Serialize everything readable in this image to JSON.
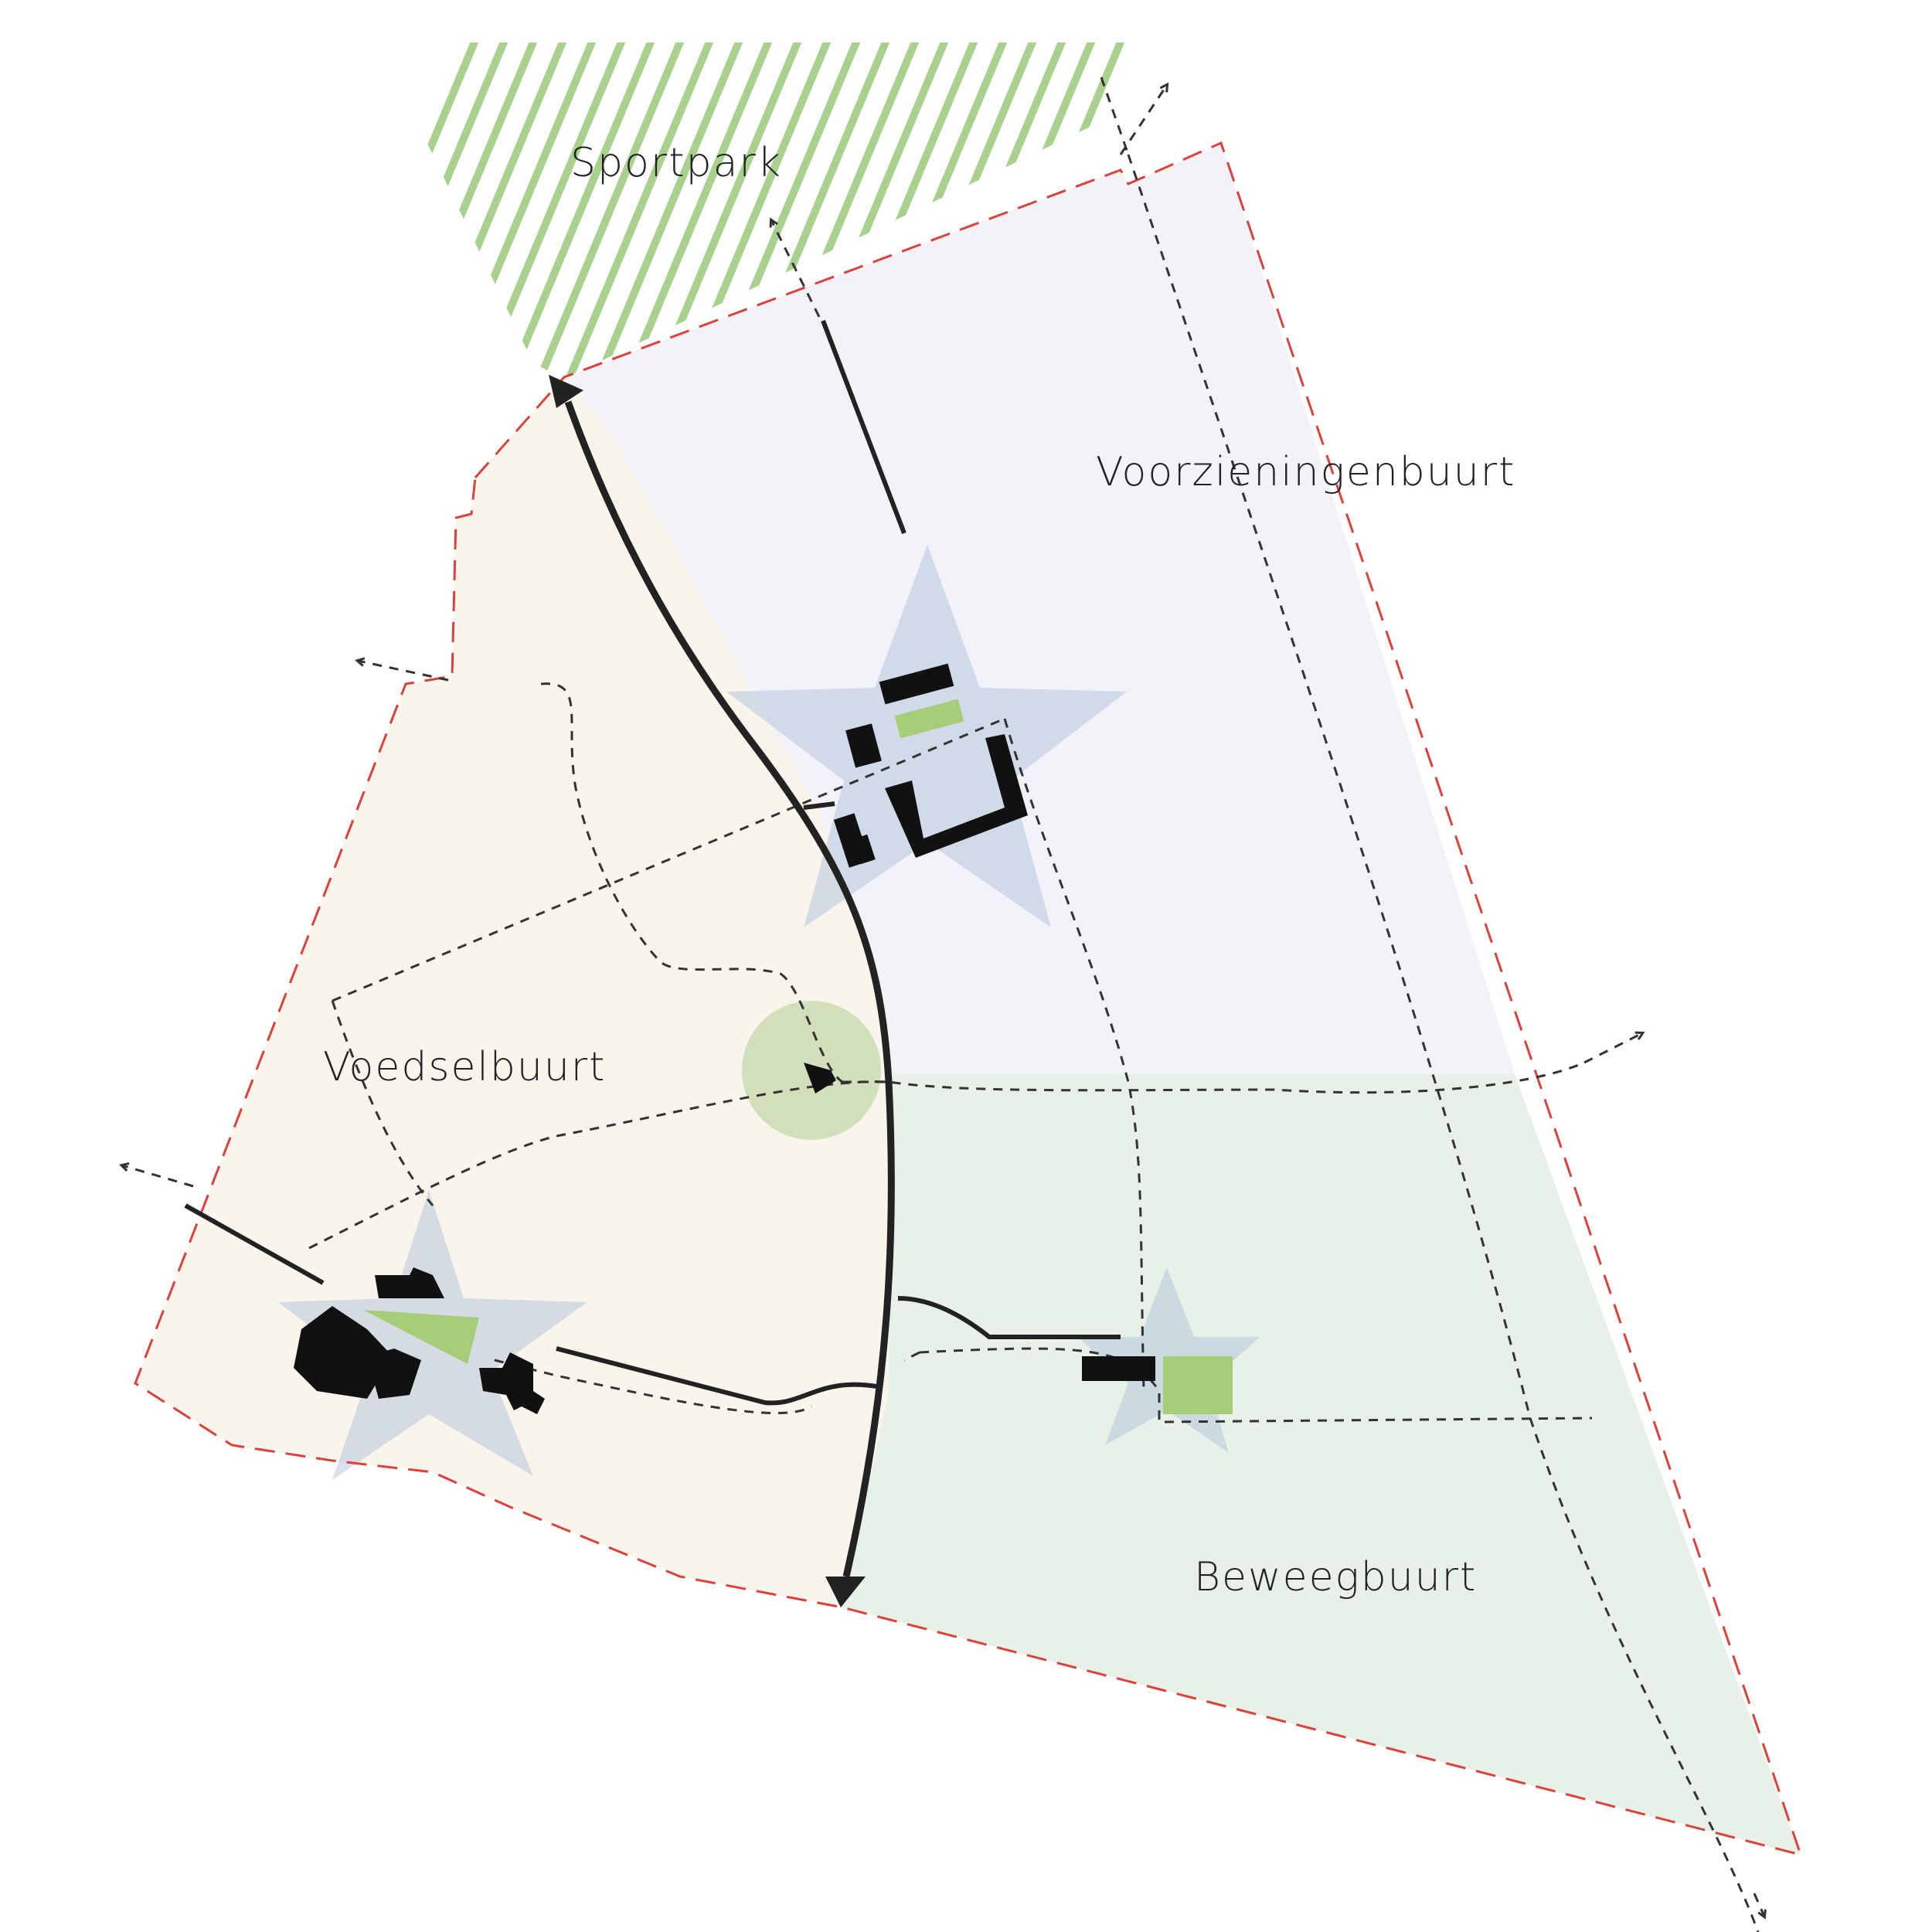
{
  "map": {
    "districts": [
      {
        "id": "sportpark",
        "label": "Sportpark",
        "color": "#a9d18e"
      },
      {
        "id": "voorzieningenbuurt",
        "label": "Voorzieningenbuurt",
        "color": "#f2f2f8"
      },
      {
        "id": "voedselbuurt",
        "label": "Voedselbuurt",
        "color": "#f9f4ec"
      },
      {
        "id": "beweegbuurt",
        "label": "Beweegbuurt",
        "color": "#e8f1e8"
      }
    ],
    "colors": {
      "boundary": "#e0403a",
      "main_road": "#222222",
      "path": "#333333",
      "star_hub": "#a9bdd6",
      "square": "#a9c98a",
      "buildings": "#111111",
      "green_field": "#a6cd78"
    },
    "icons": [
      "hub-star-icon",
      "square-circle-icon",
      "arrowhead-icon"
    ]
  }
}
